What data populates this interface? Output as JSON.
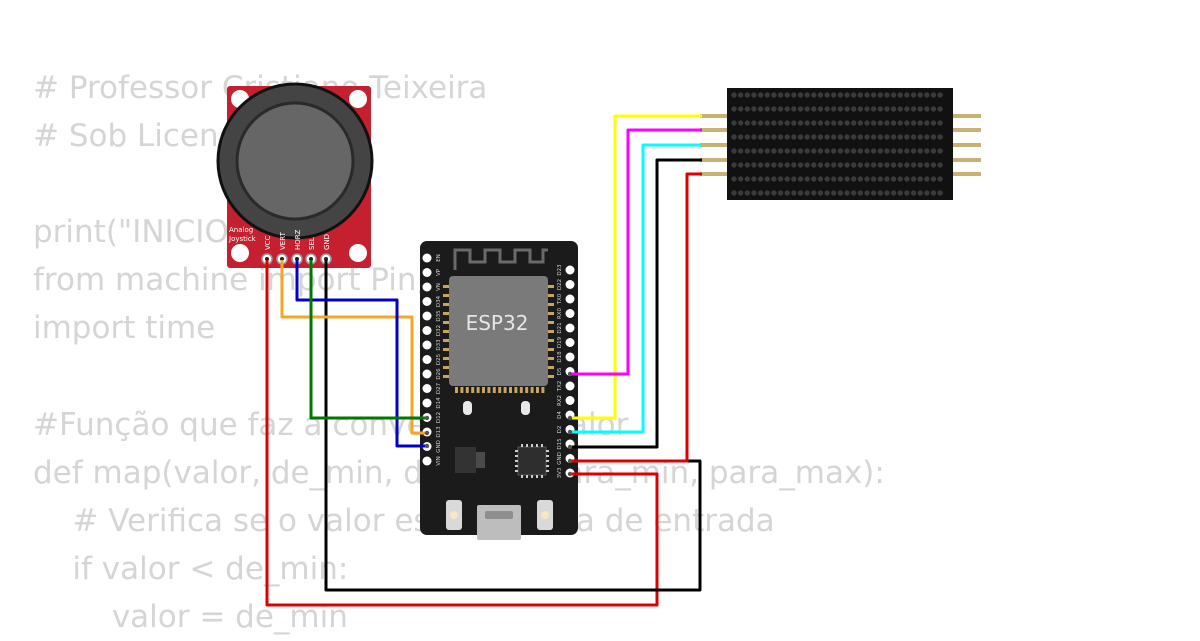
{
  "code_lines": [
    "# Professor Cristiano Teixeira",
    "# Sob Licença CC 2.0",
    "",
    "print(\"INICIO\")",
    "from machine import Pin, I2C, SPI",
    "import time",
    "",
    "#Função que faz a conversão do valor",
    "def map(valor, de_min, de_max, para_min, para_max):",
    "    # Verifica se o valor está na faixa de entrada",
    "    if valor < de_min:",
    "        valor = de_min"
  ],
  "joystick": {
    "label_line1": "Analog",
    "label_line2": "Joystick",
    "pins": [
      "VCC",
      "VERT",
      "HORZ",
      "SEL",
      "GND"
    ]
  },
  "esp32": {
    "chip_label": "ESP32",
    "left_pins": [
      "EN",
      "VP",
      "VN",
      "D34",
      "D35",
      "D32",
      "D33",
      "D25",
      "D26",
      "D27",
      "D14",
      "D12",
      "D13",
      "GND",
      "VIN"
    ],
    "right_pins": [
      "D23",
      "D22",
      "TX0",
      "RX0",
      "D21",
      "D19",
      "D18",
      "D5",
      "TX2",
      "RX2",
      "D4",
      "D2",
      "D15",
      "GND",
      "3V3"
    ]
  },
  "wire_colors": {
    "yellow": "#ffff00",
    "magenta": "#ff00ff",
    "cyan": "#00ffff",
    "black": "#000000",
    "red": "#dd0000",
    "orange": "#f5a623",
    "blue": "#0000cc",
    "green": "#007700"
  },
  "colors": {
    "code_text": "#d5d5d5",
    "joystick_board": "#c5202f",
    "esp32_board": "#1b1b1b",
    "matrix_board": "#111111"
  }
}
